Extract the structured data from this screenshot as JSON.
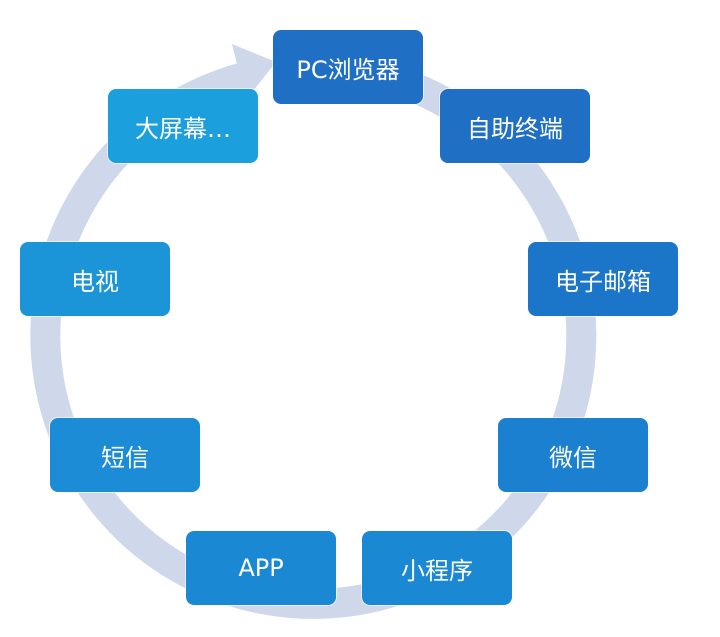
{
  "colors": {
    "ring": "#cfd8ea",
    "node_deep": "#1f6fc4",
    "node_mid": "#1b80cf",
    "node_light": "#1b95d8",
    "text": "#ffffff"
  },
  "nodes": [
    {
      "label": "PC浏览器"
    },
    {
      "label": "自助终端"
    },
    {
      "label": "电子邮箱"
    },
    {
      "label": "微信"
    },
    {
      "label": "小程序"
    },
    {
      "label": "APP"
    },
    {
      "label": "短信"
    },
    {
      "label": "电视"
    },
    {
      "label": "大屏幕…"
    }
  ]
}
